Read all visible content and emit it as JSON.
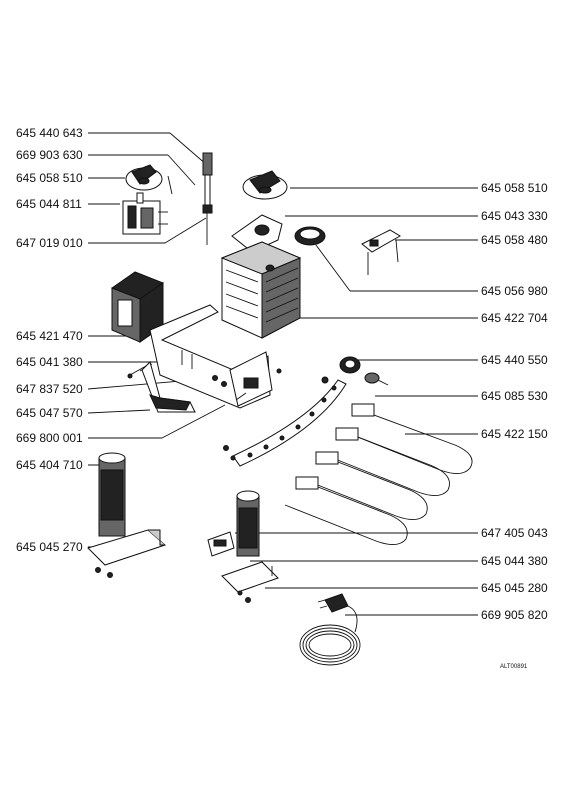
{
  "labels_left": [
    {
      "id": "lbl-645440643",
      "text": "645  440  643"
    },
    {
      "id": "lbl-669903630",
      "text": "669  903  630"
    },
    {
      "id": "lbl-645058510-left",
      "text": "645  058  510"
    },
    {
      "id": "lbl-645044811",
      "text": "645  044  811"
    },
    {
      "id": "lbl-647019010",
      "text": "647  019  010"
    },
    {
      "id": "lbl-645421470",
      "text": "645  421  470"
    },
    {
      "id": "lbl-645041380",
      "text": "645  041  380"
    },
    {
      "id": "lbl-647837520",
      "text": "647  837  520"
    },
    {
      "id": "lbl-645047570",
      "text": "645  047  570"
    },
    {
      "id": "lbl-669800001",
      "text": "669  800  001"
    },
    {
      "id": "lbl-645404710",
      "text": "645  404  710"
    },
    {
      "id": "lbl-645045270",
      "text": "645  045  270"
    }
  ],
  "labels_right": [
    {
      "id": "lbl-645058510-right",
      "text": "645  058  510"
    },
    {
      "id": "lbl-645043330",
      "text": "645  043  330"
    },
    {
      "id": "lbl-645058480",
      "text": "645  058  480"
    },
    {
      "id": "lbl-645056980",
      "text": "645  056  980"
    },
    {
      "id": "lbl-645422704",
      "text": "645  422  704"
    },
    {
      "id": "lbl-645440550",
      "text": "645  440  550"
    },
    {
      "id": "lbl-645085530",
      "text": "645  085  530"
    },
    {
      "id": "lbl-645422150",
      "text": "645  422  150"
    },
    {
      "id": "lbl-647405043",
      "text": "647  405  043"
    },
    {
      "id": "lbl-645044380",
      "text": "645  044  380"
    },
    {
      "id": "lbl-645045280",
      "text": "645  045  280"
    },
    {
      "id": "lbl-669905820",
      "text": "669  905  820"
    }
  ],
  "drawing_code": "ALT00891"
}
